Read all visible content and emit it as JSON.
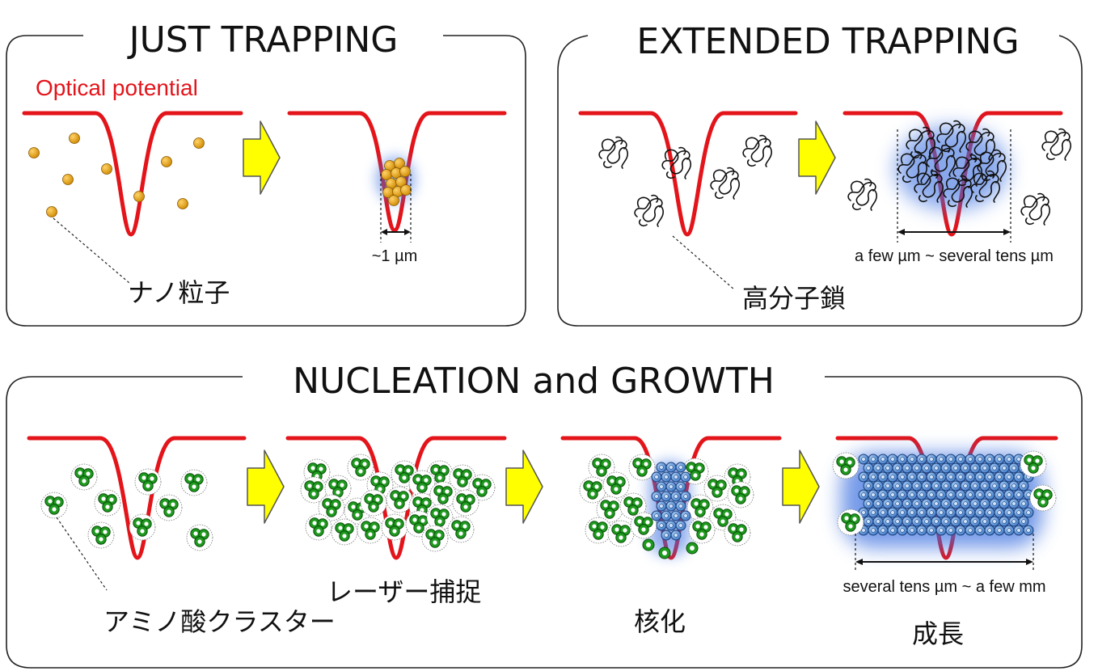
{
  "panels": {
    "just": {
      "title": "JUST TRAPPING",
      "legend": "Optical potential",
      "size_label": "~1 µm",
      "caption": "ナノ粒子"
    },
    "extended": {
      "title": "EXTENDED TRAPPING",
      "size_label": "a few µm ~ several tens µm",
      "caption": "高分子鎖"
    },
    "nucleation": {
      "title": "NUCLEATION and GROWTH",
      "size_label": "several tens µm ~ a few mm",
      "captions": [
        "アミノ酸クラスター",
        "レーザー捕捉",
        "核化",
        "成長"
      ]
    }
  },
  "colors": {
    "potential": "#e3141a",
    "arrow_fill": "#ffff00",
    "nanoparticle": "#e8a317",
    "cluster_green": "#1e9a1e",
    "crystal_blue": "#3a82d6",
    "glow_blue": "#3b6fe0",
    "frame": "#222222"
  }
}
